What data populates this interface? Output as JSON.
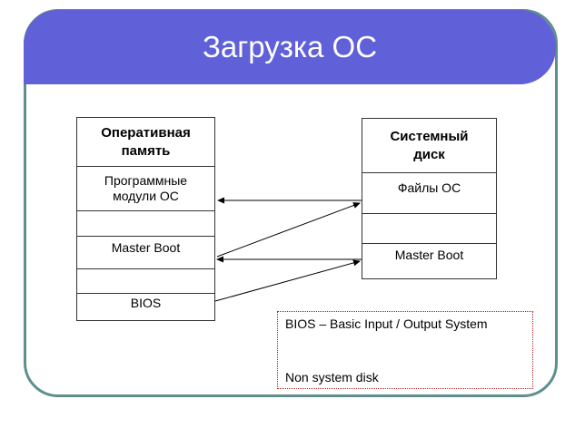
{
  "slide": {
    "title": "Загрузка ОС"
  },
  "ram_table": {
    "header": "Оперативная память",
    "rows": [
      "Программные модули ОС",
      "",
      "Master Boot",
      "",
      "BIOS"
    ]
  },
  "disk_table": {
    "header": "Системный диск",
    "rows": [
      "Файлы ОС",
      "",
      "Master Boot"
    ]
  },
  "legend": {
    "line1": "BIOS – Basic Input / Output System",
    "line2": "Non system disk"
  },
  "colors": {
    "title_bar": "#6060d8",
    "frame": "#5f8f8c",
    "legend_border": "#b02020"
  }
}
